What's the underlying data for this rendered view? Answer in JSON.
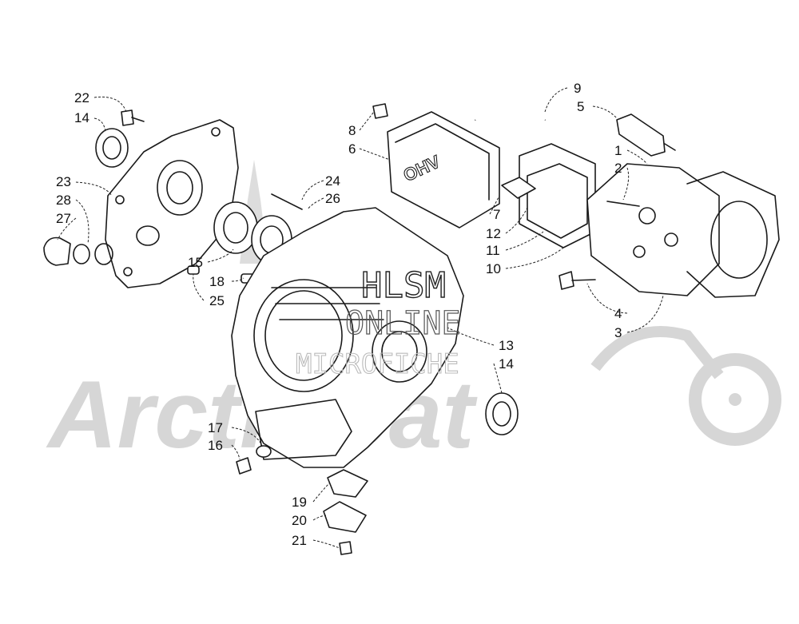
{
  "watermarks": {
    "brand": "ArcticCat",
    "line1": "HLSM",
    "line2": "ONLINE",
    "line3": "MICROFICHE"
  },
  "callouts": {
    "c1": "1",
    "c2": "2",
    "c3": "3",
    "c4": "4",
    "c5": "5",
    "c6": "6",
    "c7": "7",
    "c8": "8",
    "c9": "9",
    "c10": "10",
    "c11": "11",
    "c12": "12",
    "c13": "13",
    "c14a": "14",
    "c14b": "14",
    "c15": "15",
    "c16": "16",
    "c17": "17",
    "c18": "18",
    "c19": "19",
    "c20": "20",
    "c21": "21",
    "c22": "22",
    "c23": "23",
    "c24": "24",
    "c25": "25",
    "c26": "26",
    "c27": "27",
    "c28": "28"
  },
  "colors": {
    "ink": "#1a1a1a",
    "watermark": "#d6d6d6"
  }
}
